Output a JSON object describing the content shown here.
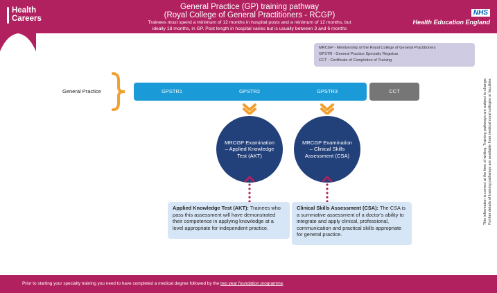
{
  "header": {
    "logo_line1": "Health",
    "logo_line2": "Careers",
    "title_line1": "General Practice (GP) training pathway",
    "title_line2": "(Royal College of General Practitioners - RCGP)",
    "subtitle_line1": "Trainees must spend a minimum of 12 months in hospital posts and a minimum of 12 months, but",
    "subtitle_line2": "ideally 18 months, in GP. Post length in hospital varies but is usually between 3 and 6 months",
    "nhs_badge": "NHS",
    "nhs_org": "Health Education England"
  },
  "legend": [
    "MRCGP - Membership of the Royal College of General Practitioners",
    "GPSTR - General Practice Specialty Registrar",
    "CCT - Certificate of Completion of Training"
  ],
  "side_note": {
    "line1": "This information is correct at the time of writing. Training pathways are subject to change.",
    "line2": "Further details of training pathways are available from medical royal colleges or faculties."
  },
  "pathway": {
    "label": "General Practice",
    "stages": [
      "GPSTR1",
      "GPSTR2",
      "GPSTR3"
    ],
    "final": "CCT"
  },
  "exams": [
    {
      "circle": "MRCGP Examination – Applied Knowledge Test (AKT)"
    },
    {
      "circle": "MRCGP Examination – Clinical Skills Assessment (CSA)"
    }
  ],
  "info_boxes": [
    {
      "heading": "Applied Knowledge Test (AKT):",
      "body": "Trainees who pass this assessment will have demonstrated their competence in applying knowledge at a level appropriate for independent practice."
    },
    {
      "heading": "Clinical Skills Assessment (CSA):",
      "body": "The CSA is a summative assessment of a doctor's ability to integrate and apply clinical, professional, communication and practical skills appropriate for general practice."
    }
  ],
  "footer": {
    "text": "Prior to starting your specialty training you need to have completed a medical degree followed by the ",
    "link": "two year foundation programme",
    "end": "."
  },
  "colors": {
    "magenta": "#b1215f",
    "blue": "#1a9ad6",
    "grey": "#767676",
    "navy": "#22407a",
    "orange": "#f0a030",
    "lilac": "#cfcbe3",
    "pale_blue": "#d7e6f6"
  }
}
